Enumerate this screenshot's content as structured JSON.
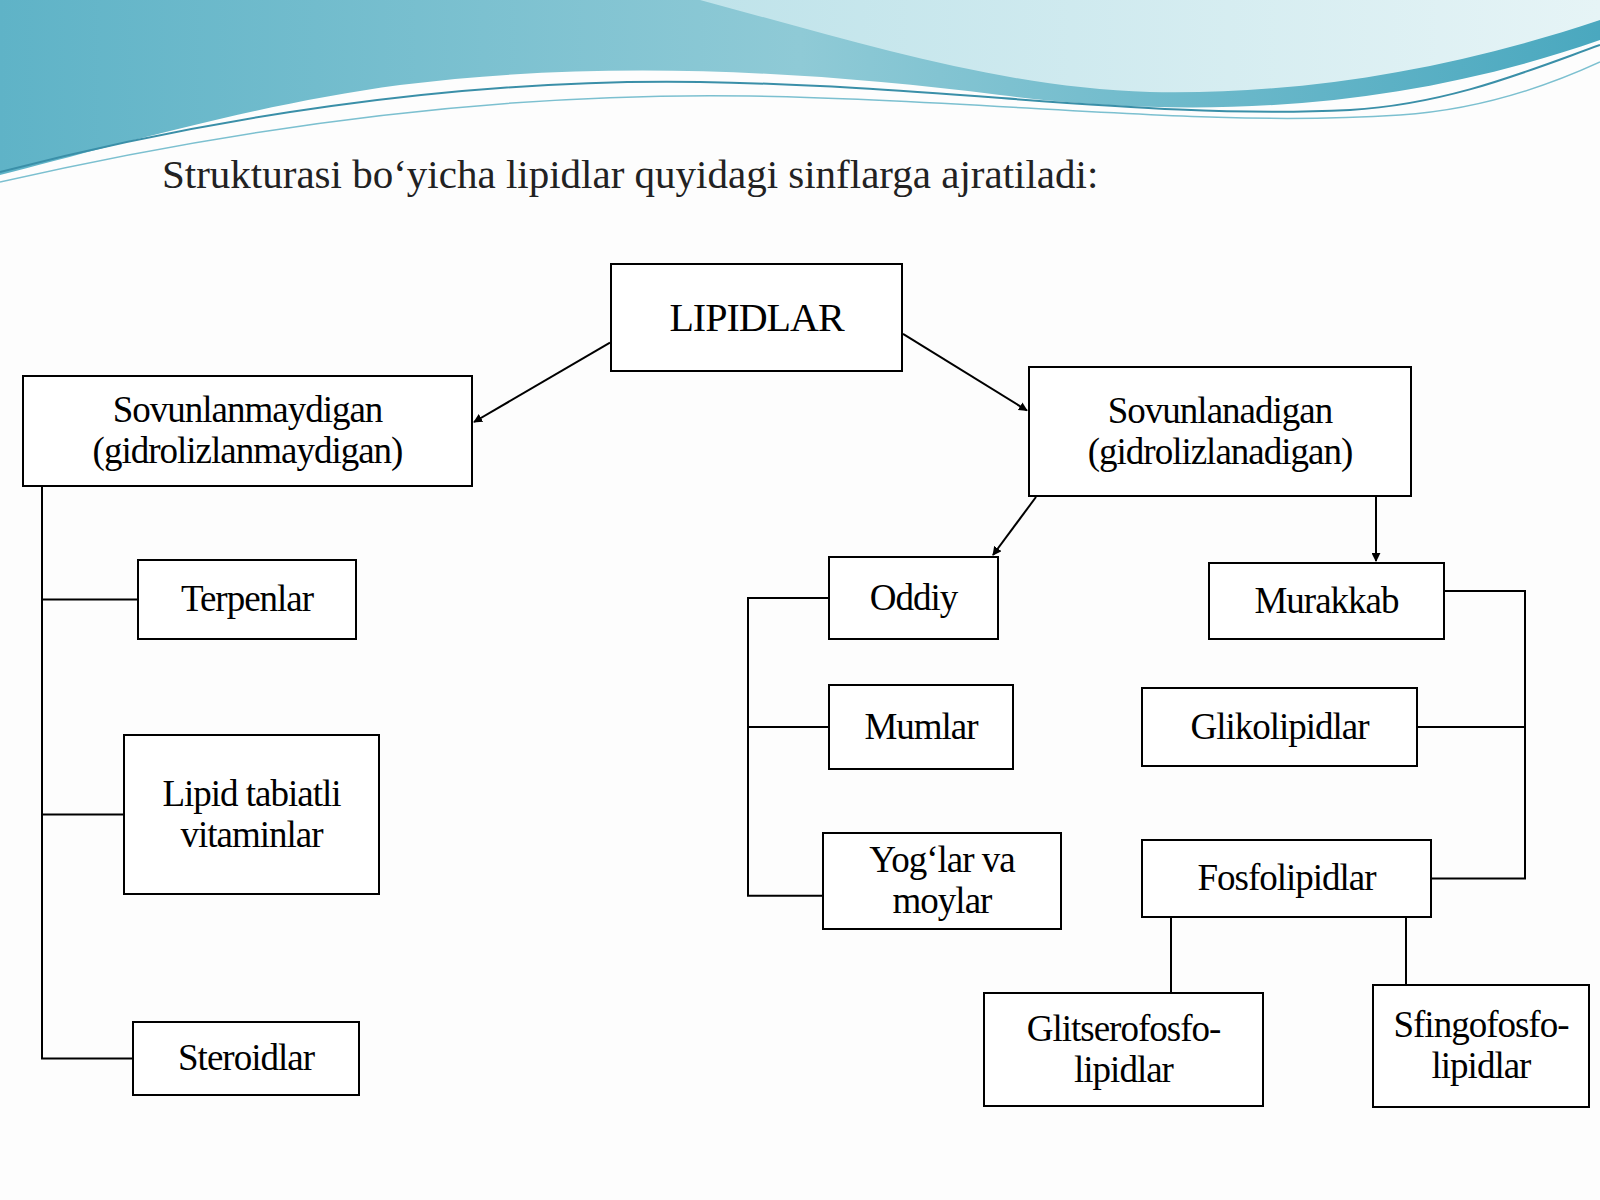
{
  "diagram": {
    "title": "Strukturasi bo‘yicha lipidlar quyidagi sinflarga ajratiladi:",
    "nodes": [
      {
        "text": [
          "LIPIDLAR"
        ]
      },
      {
        "text": [
          "Sovunlanmaydigan (gidrolizlanmaydigan)"
        ]
      },
      {
        "text": [
          "Sovunlanadigan (gidrolizlanadigan)"
        ]
      },
      {
        "text": [
          "Terpenlar"
        ]
      },
      {
        "text": [
          "Lipid tabiatli vitaminlar"
        ]
      },
      {
        "text": [
          "Steroidlar"
        ]
      },
      {
        "text": [
          "Oddiy"
        ]
      },
      {
        "text": [
          "Murakkab"
        ]
      },
      {
        "text": [
          "Mumlar"
        ]
      },
      {
        "text": [
          "Yogʻlar va moylar"
        ]
      },
      {
        "text": [
          "Glikolipidlar"
        ]
      },
      {
        "text": [
          "Fosfolipidlar"
        ]
      },
      {
        "text": [
          "Glitserofosfo- lipidlar"
        ]
      },
      {
        "text": [
          "Sfingofosfo- lipidlar"
        ]
      }
    ],
    "edges": [
      {
        "from": 0,
        "to": 1,
        "arrow": "to"
      },
      {
        "from": 0,
        "to": 2,
        "arrow": "to"
      },
      {
        "from": 1,
        "to": 3,
        "arrow": "none"
      },
      {
        "from": 1,
        "to": 4,
        "arrow": "none"
      },
      {
        "from": 1,
        "to": 5,
        "arrow": "none"
      },
      {
        "from": 2,
        "to": 6,
        "arrow": "to"
      },
      {
        "from": 2,
        "to": 7,
        "arrow": "to"
      },
      {
        "from": 6,
        "to": 8,
        "arrow": "none"
      },
      {
        "from": 6,
        "to": 9,
        "arrow": "none"
      },
      {
        "from": 7,
        "to": 10,
        "arrow": "none"
      },
      {
        "from": 7,
        "to": 11,
        "arrow": "none"
      },
      {
        "from": 11,
        "to": 12,
        "arrow": "none"
      },
      {
        "from": 11,
        "to": 13,
        "arrow": "none"
      }
    ]
  }
}
